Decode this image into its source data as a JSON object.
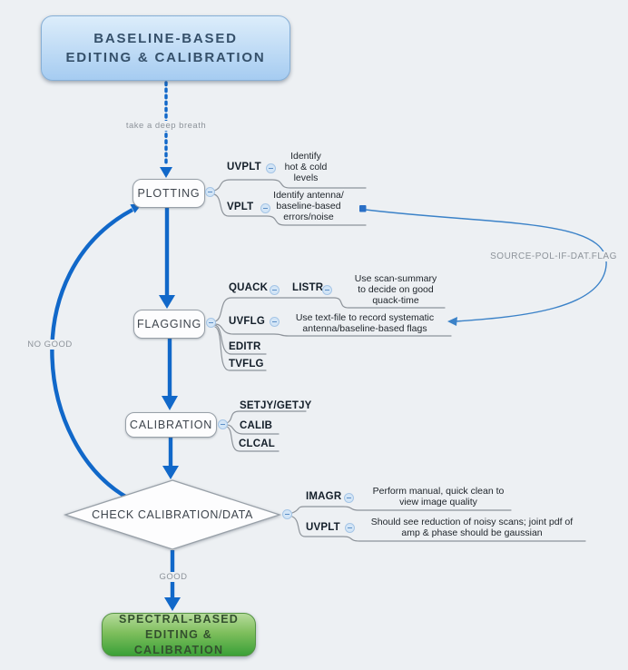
{
  "title_node": {
    "label": "BASELINE-BASED\nEDITING & CALIBRATION"
  },
  "end_node": {
    "label": "SPECTRAL-BASED\nEDITING & CALIBRATION"
  },
  "nodes": {
    "plotting": "PLOTTING",
    "flagging": "FLAGGING",
    "calibration": "CALIBRATION",
    "check": "CHECK CALIBRATION/DATA"
  },
  "edge_labels": {
    "take_breath": "take a deep breath",
    "no_good": "NO GOOD",
    "good": "GOOD",
    "source_flag": "SOURCE-POL-IF-DAT.FLAG"
  },
  "plotting_children": [
    {
      "task": "UVPLT",
      "note": "Identify\nhot & cold\nlevels"
    },
    {
      "task": "VPLT",
      "note": "Identify antenna/\nbaseline-based\nerrors/noise"
    }
  ],
  "flagging_children": [
    {
      "task": "QUACK",
      "subtask": "LISTR",
      "note": "Use scan-summary\nto decide on good\nquack-time"
    },
    {
      "task": "UVFLG",
      "note": "Use text-file to record systematic\nantenna/baseline-based flags"
    },
    {
      "task": "EDITR"
    },
    {
      "task": "TVFLG"
    }
  ],
  "calibration_children": [
    {
      "task": "SETJY/GETJY"
    },
    {
      "task": "CALIB"
    },
    {
      "task": "CLCAL"
    }
  ],
  "check_children": [
    {
      "task": "IMAGR",
      "note": "Perform manual, quick clean to\nview image quality"
    },
    {
      "task": "UVPLT",
      "note": "Should see reduction of noisy scans; joint pdf of\namp & phase should be gaussian"
    }
  ],
  "colors": {
    "flow_arrow": "#1168c9",
    "branch_line": "#8d939a",
    "cross_link": "#3b82c8",
    "node_border": "#98a0a8"
  }
}
